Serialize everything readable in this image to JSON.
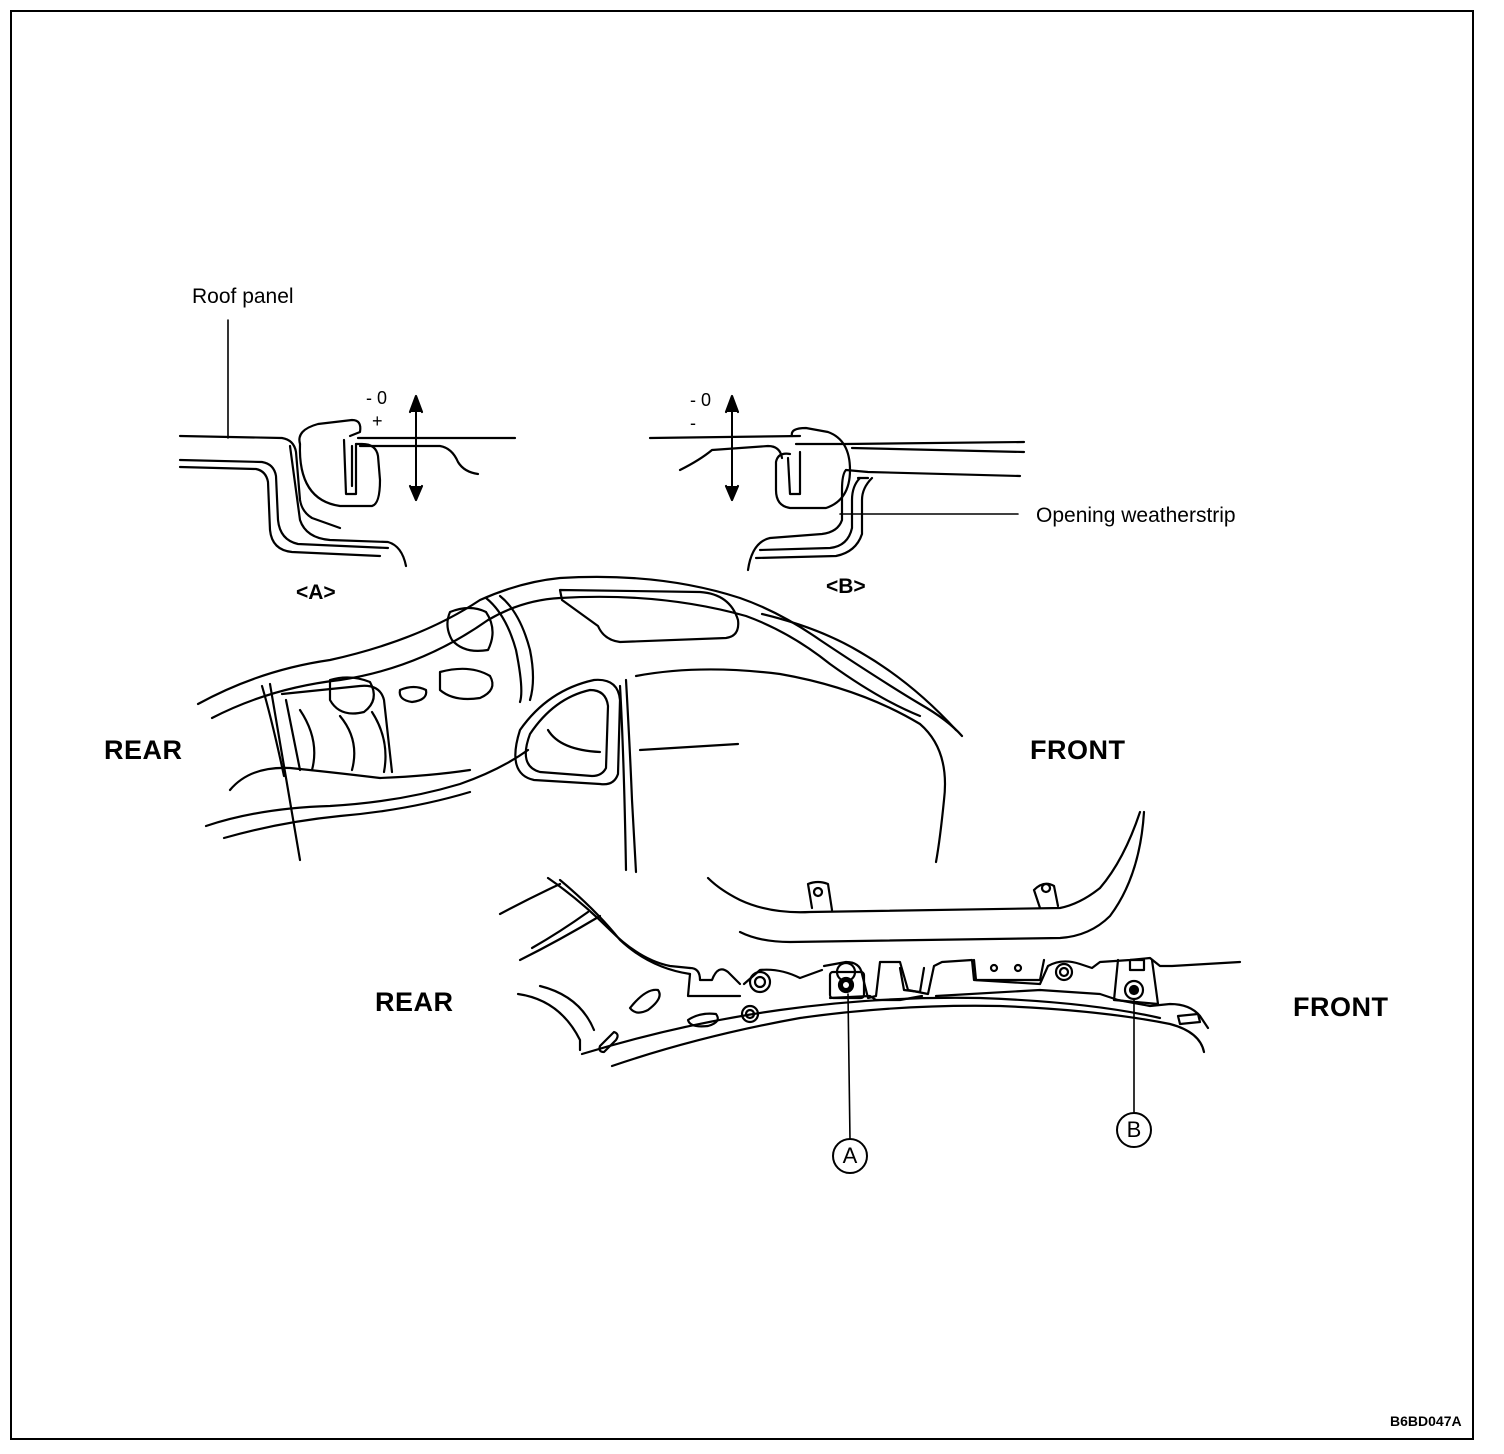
{
  "labels": {
    "roof_panel": "Roof panel",
    "opening_weatherstrip": "Opening weatherstrip",
    "section_a": "<A>",
    "section_b": "<B>",
    "rear_upper": "REAR",
    "front_upper": "FRONT",
    "rear_lower": "REAR",
    "front_lower": "FRONT",
    "marker_a": "A",
    "marker_b": "B",
    "tol_a_minus": "- 0",
    "tol_a_plus": "+",
    "tol_b_minus": "- 0",
    "tol_b_dash": "-",
    "figure_code": "B6BD047A"
  },
  "colors": {
    "ink": "#000000",
    "paper": "#ffffff"
  }
}
